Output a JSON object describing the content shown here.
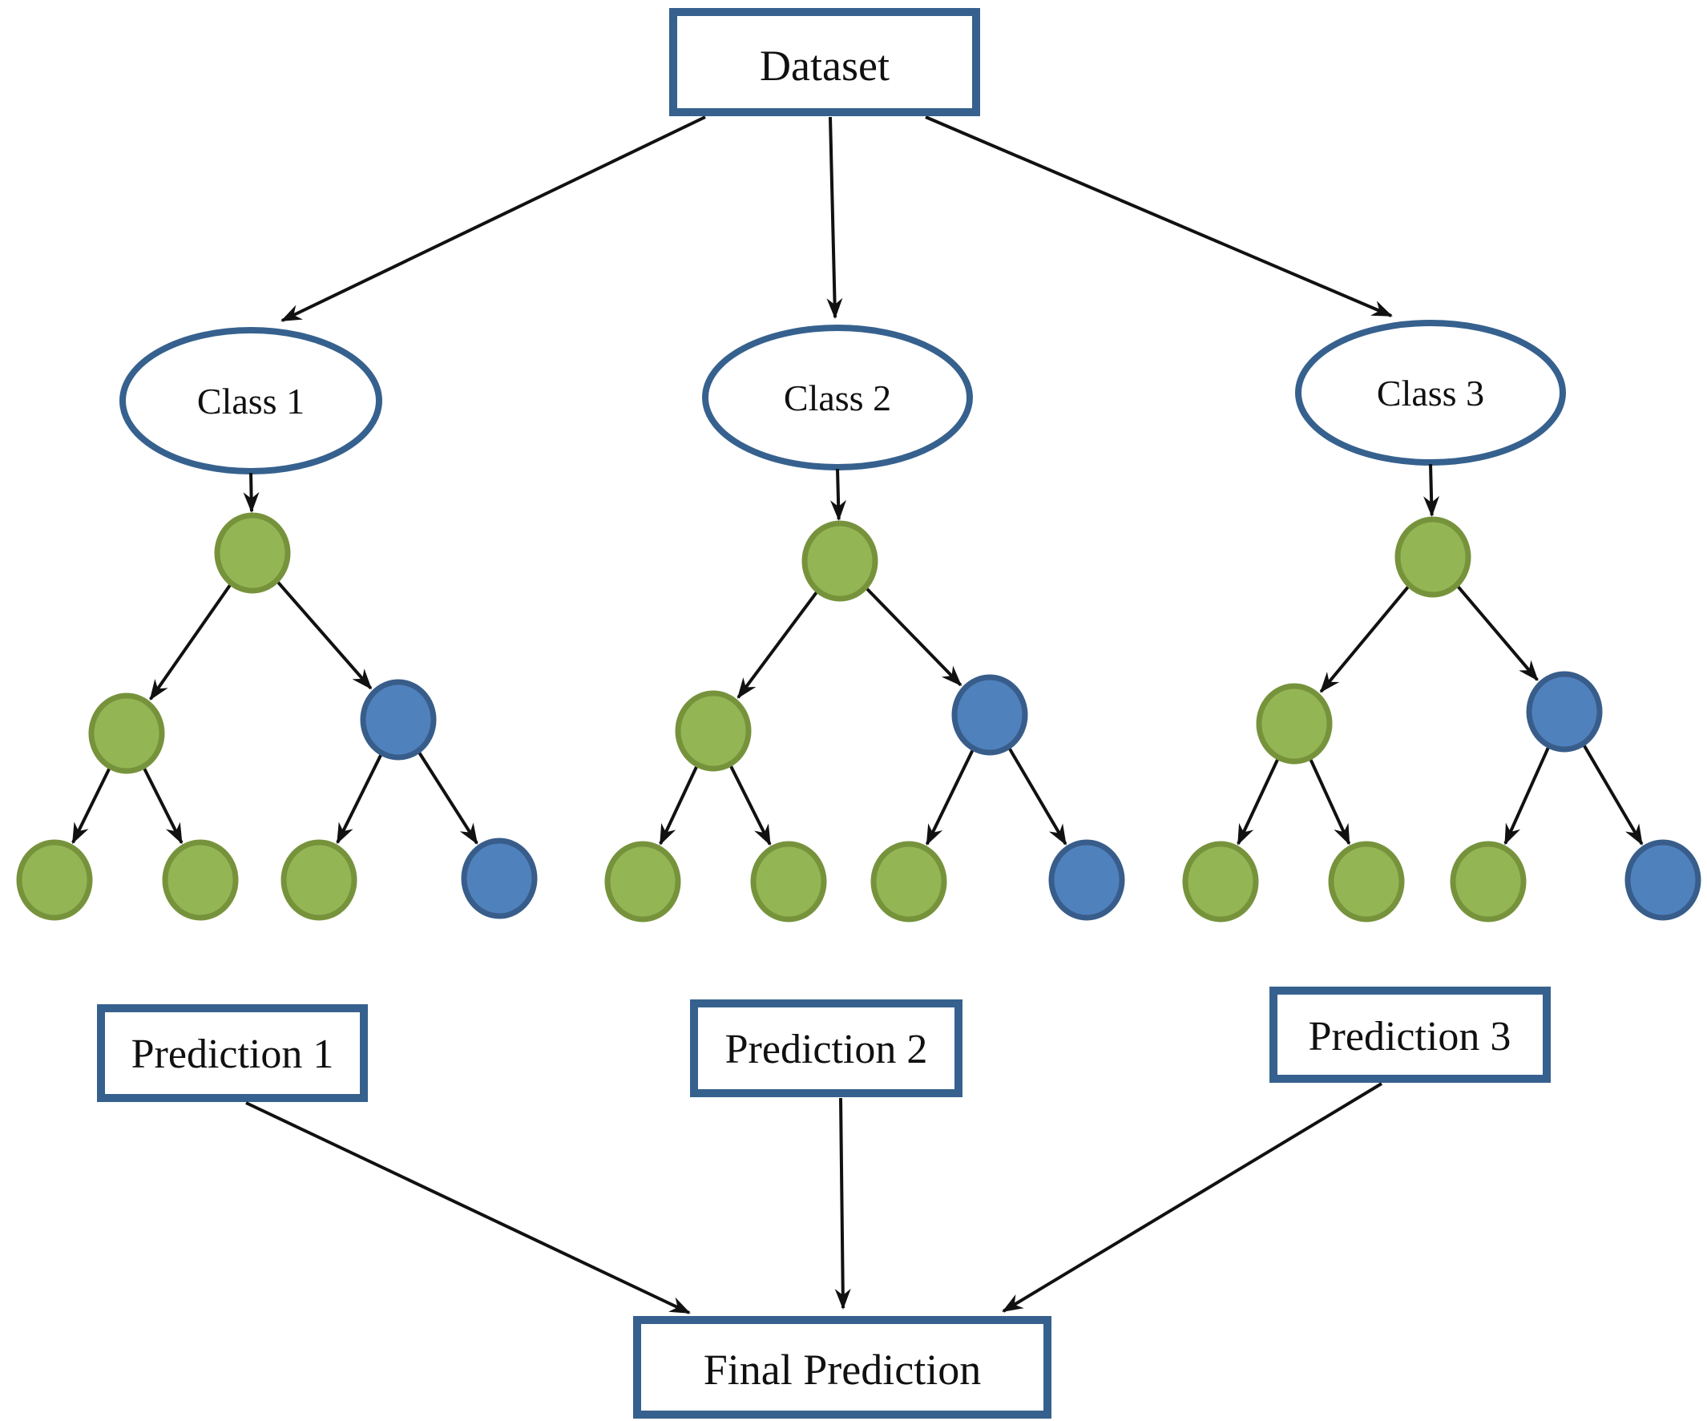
{
  "diagram": {
    "dataset": {
      "label": "Dataset"
    },
    "classes": [
      {
        "label": "Class 1"
      },
      {
        "label": "Class 2"
      },
      {
        "label": "Class 3"
      }
    ],
    "trees": [
      {
        "root": "green",
        "children": [
          "green",
          "blue"
        ],
        "leaves": [
          "green",
          "green",
          "green",
          "blue"
        ]
      },
      {
        "root": "green",
        "children": [
          "green",
          "blue"
        ],
        "leaves": [
          "green",
          "green",
          "green",
          "blue"
        ]
      },
      {
        "root": "green",
        "children": [
          "green",
          "blue"
        ],
        "leaves": [
          "green",
          "green",
          "green",
          "blue"
        ]
      }
    ],
    "predictions": [
      {
        "label": "Prediction 1"
      },
      {
        "label": "Prediction 2"
      },
      {
        "label": "Prediction 3"
      }
    ],
    "final": {
      "label": "Final Prediction"
    },
    "colors": {
      "green_fill": "#94B554",
      "green_stroke": "#76933C",
      "blue_fill": "#4F81BD",
      "blue_stroke": "#385D8A",
      "shape_border": "#36618E",
      "arrow": "#111111"
    }
  }
}
